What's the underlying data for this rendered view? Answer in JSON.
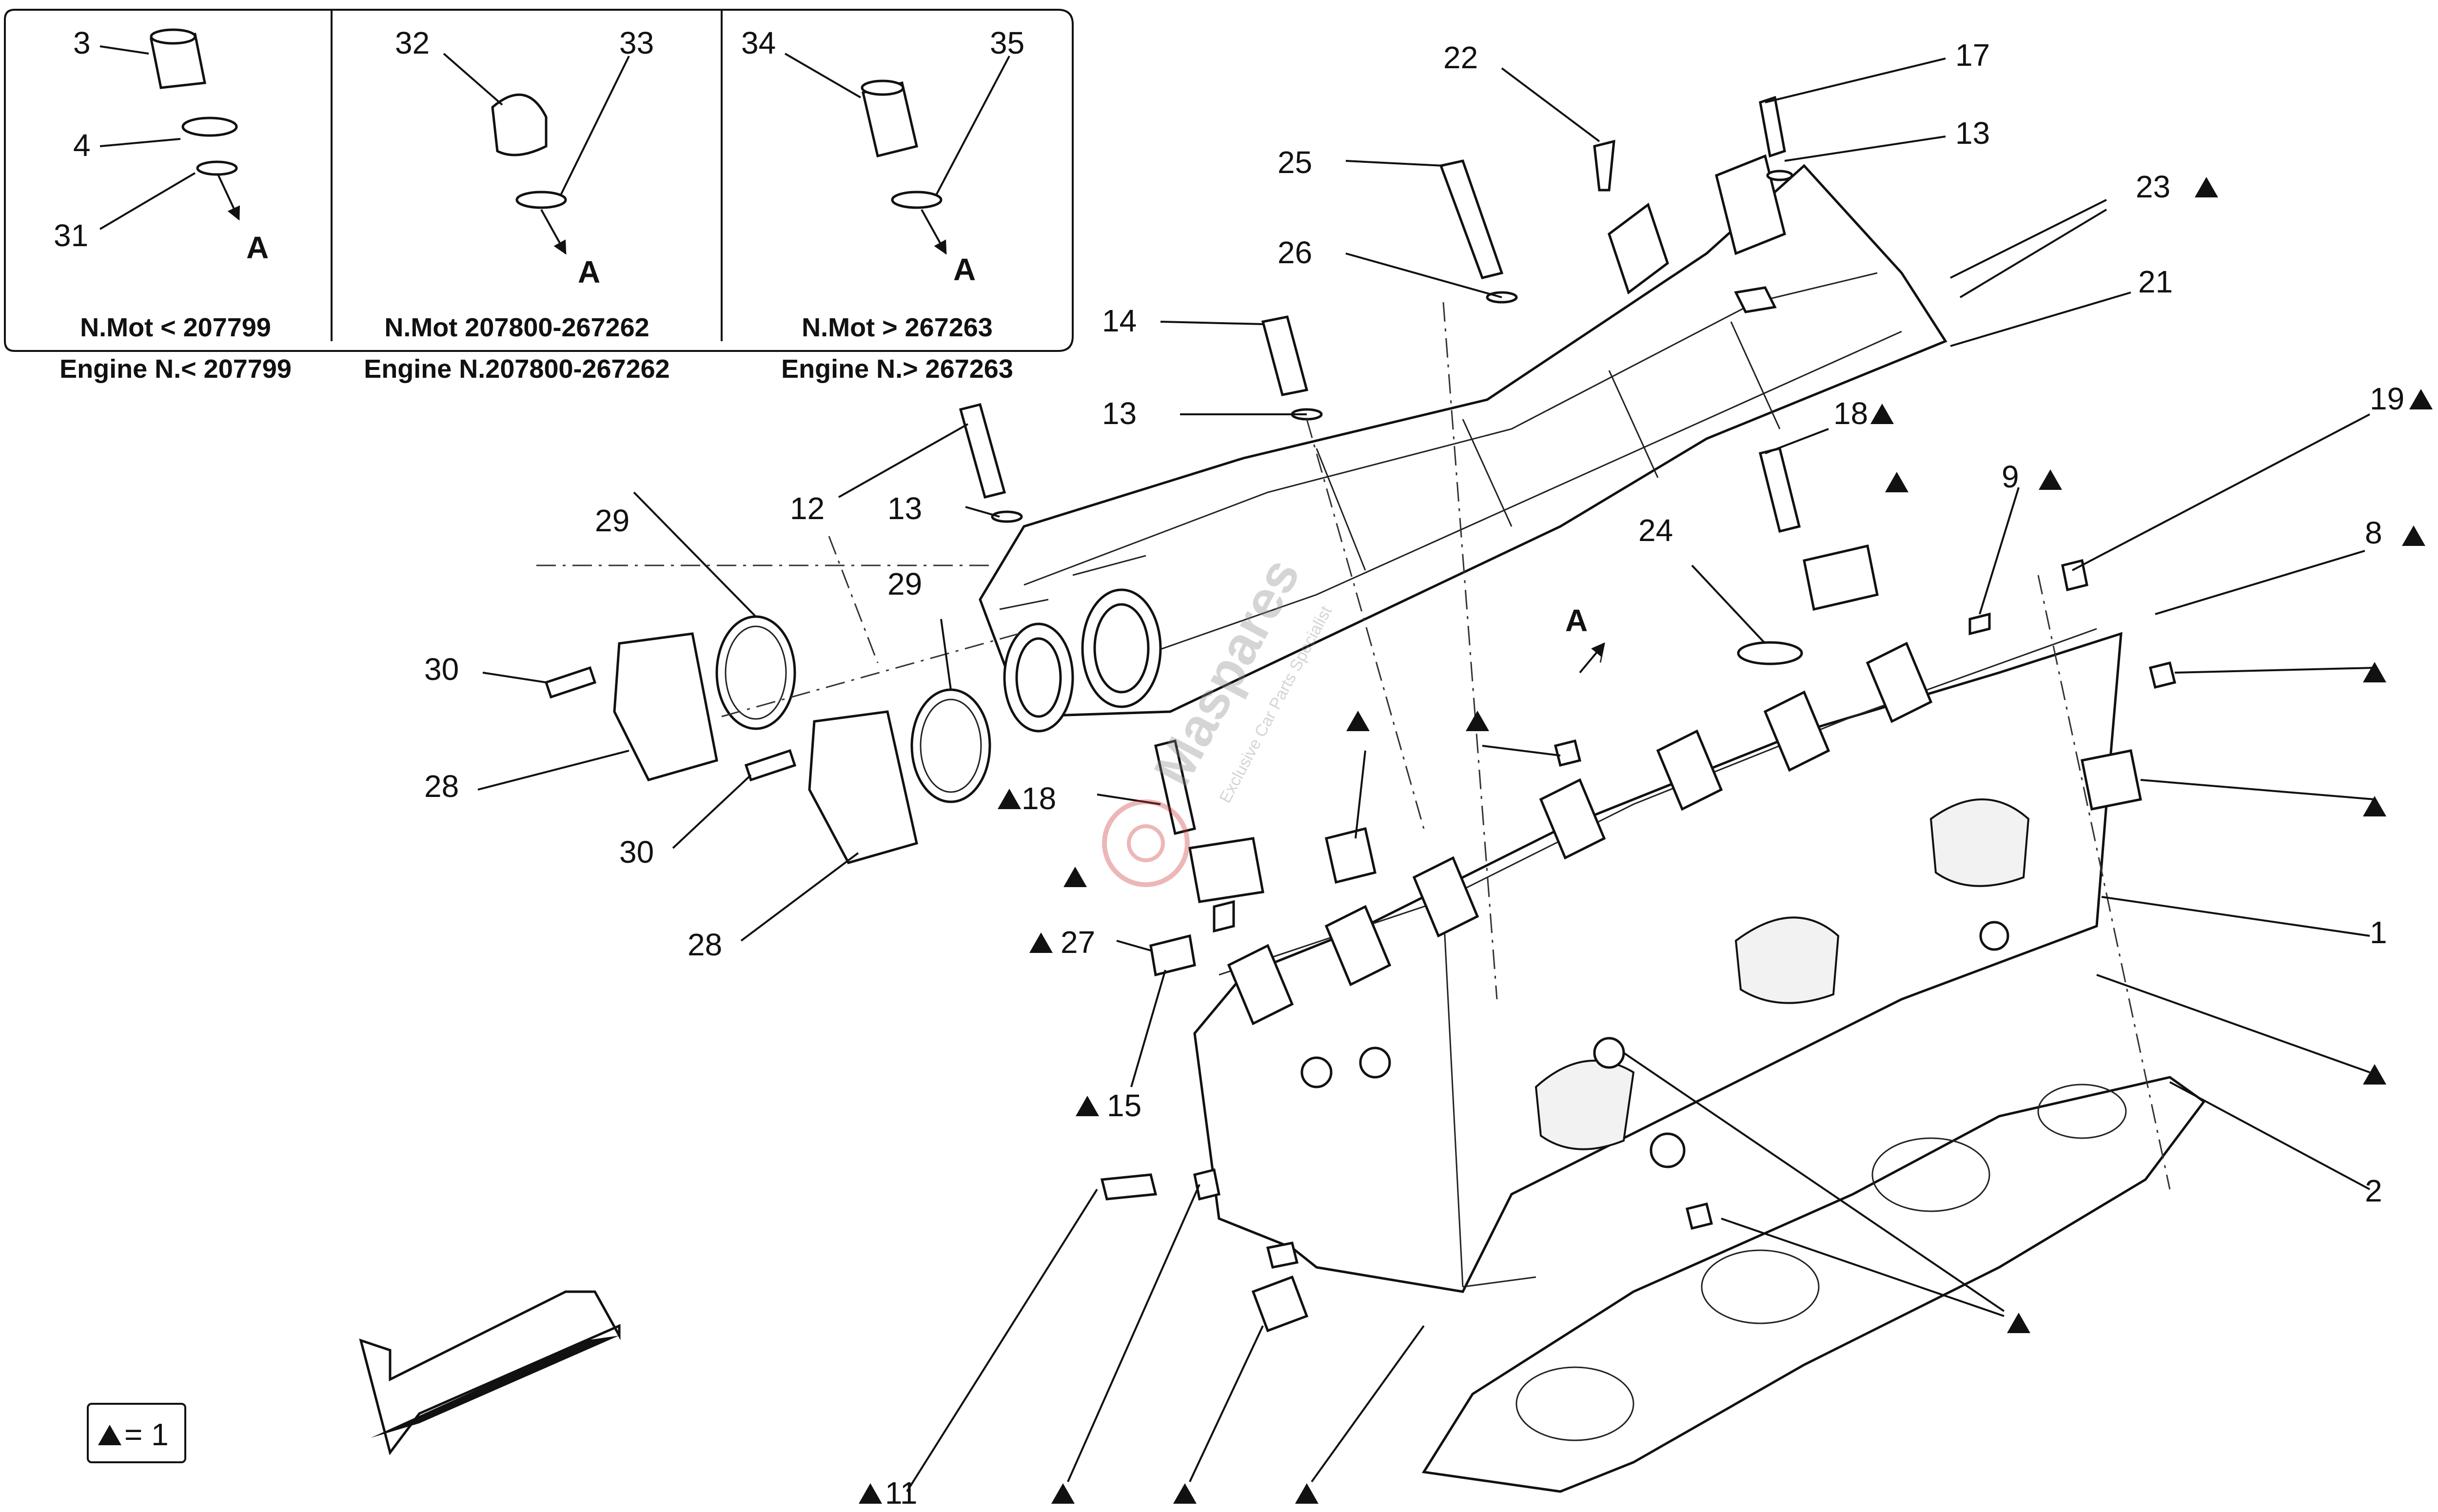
{
  "insets": [
    {
      "label_top": "N.Mot < 207799",
      "label_bottom": "Engine N.< 207799",
      "callouts": [
        "3",
        "4",
        "31"
      ],
      "ref": "A"
    },
    {
      "label_top": "N.Mot 207800-267262",
      "label_bottom": "Engine N.207800-267262",
      "callouts": [
        "32",
        "33"
      ],
      "ref": "A"
    },
    {
      "label_top": "N.Mot > 267263",
      "label_bottom": "Engine N.> 267263",
      "callouts": [
        "34",
        "35"
      ],
      "ref": "A"
    }
  ],
  "callouts": {
    "c22": "22",
    "c17": "17",
    "c13a": "13",
    "c25": "25",
    "c23": "23",
    "c26": "26",
    "c21": "21",
    "c14": "14",
    "c13b": "13",
    "c18a": "18",
    "c19": "19",
    "c12": "12",
    "c13c": "13",
    "c9": "9",
    "c29a": "29",
    "c29b": "29",
    "c24": "24",
    "c8": "8",
    "c30a": "30",
    "c28a": "28",
    "c30b": "30",
    "c18b": "18",
    "c28b": "28",
    "c27": "27",
    "c15": "15",
    "c1": "1",
    "c2": "2",
    "c11": "11",
    "refA": "A"
  },
  "legend": {
    "text": "= 1"
  },
  "watermark": {
    "brand": "Maspares",
    "tagline": "Exclusive Car Parts Specialist"
  },
  "icons": [
    "triangle-marker-icon",
    "direction-arrow-icon"
  ]
}
